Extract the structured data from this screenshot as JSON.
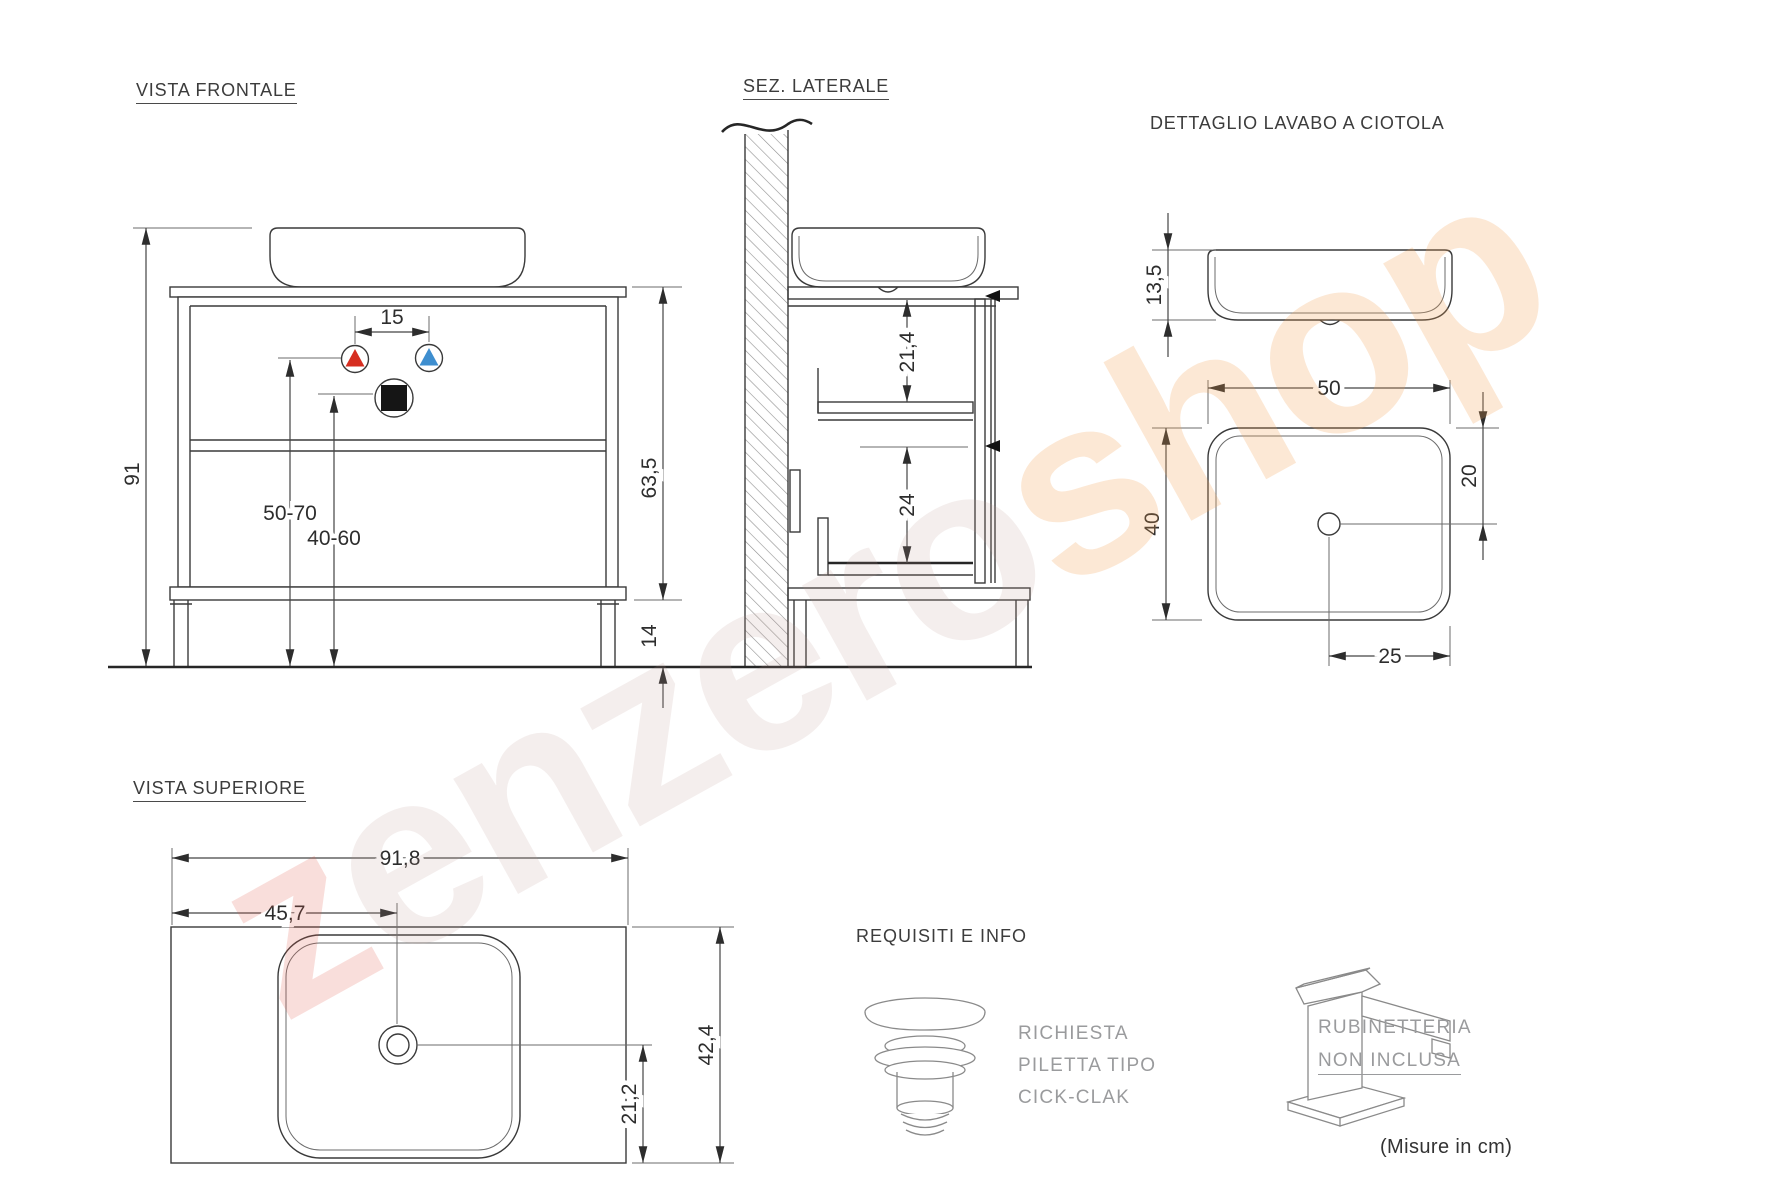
{
  "document": {
    "units_note": "(Misure in cm)",
    "watermark": {
      "part1": "z",
      "part2": "enzero",
      "part3": "shop"
    }
  },
  "views": {
    "front": {
      "title": "VISTA FRONTALE",
      "dims": {
        "total_height": "91",
        "cabinet_height": "63,5",
        "legs_height": "14",
        "tap_centers_distance": "15",
        "water_supply_height_range": "50-70",
        "drain_outlet_height_range": "40-60"
      }
    },
    "side": {
      "title": "SEZ. LATERALE",
      "dims": {
        "top_drawer_inner_height": "21,4",
        "bottom_drawer_inner_height": "24"
      }
    },
    "detail": {
      "title": "DETTAGLIO LAVABO A CIOTOLA",
      "dims": {
        "basin_height": "13,5",
        "basin_width": "50",
        "basin_depth": "40",
        "drain_offset_from_back": "20",
        "drain_offset_from_side": "25"
      }
    },
    "top": {
      "title": "VISTA SUPERIORE",
      "dims": {
        "counter_width": "91,8",
        "drain_center_from_left": "45,7",
        "counter_depth": "42,4",
        "drain_center_from_front": "21,2"
      }
    }
  },
  "info": {
    "title": "REQUISITI E INFO",
    "drain_note": [
      "RICHIESTA",
      "PILETTA TIPO",
      "CICK-CLAK"
    ],
    "faucet_note_line1": "RUBINETTERIA",
    "faucet_note_line2": "NON INCLUSA"
  },
  "colors": {
    "hot_water": "#d62e20",
    "cold_water": "#3e8ecf",
    "drain_marker": "#151515"
  }
}
